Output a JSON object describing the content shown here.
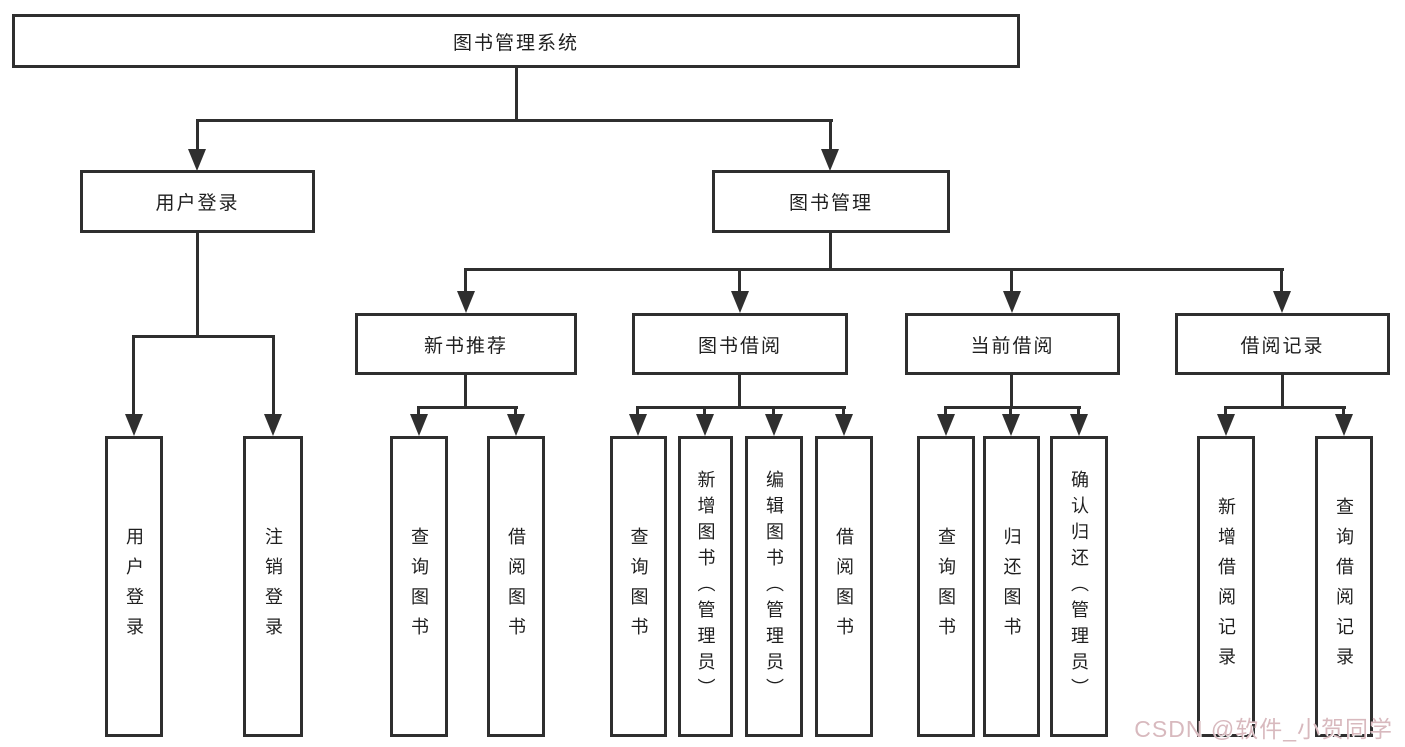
{
  "colors": {
    "line": "#2f2f2f",
    "box_border": "#2f2f2f",
    "box_fill": "#ffffff",
    "text": "#1f1f1f",
    "background": "#ffffff",
    "watermark_text": "#d8b9be"
  },
  "watermark": {
    "text": "CSDN @软件_小贺同学"
  },
  "tree": {
    "root": {
      "label": "图书管理系统"
    },
    "branches": [
      {
        "label": "用户登录",
        "children": [
          "用户登录",
          "注销登录"
        ]
      },
      {
        "label": "图书管理",
        "groups": [
          {
            "label": "新书推荐",
            "children": [
              "查询图书",
              "借阅图书"
            ]
          },
          {
            "label": "图书借阅",
            "children": [
              "查询图书",
              "新增图书（管理员）",
              "编辑图书（管理员）",
              "借阅图书"
            ]
          },
          {
            "label": "当前借阅",
            "children": [
              "查询图书",
              "归还图书",
              "确认归还（管理员）"
            ]
          },
          {
            "label": "借阅记录",
            "children": [
              "新增借阅记录",
              "查询借阅记录"
            ]
          }
        ]
      }
    ]
  }
}
